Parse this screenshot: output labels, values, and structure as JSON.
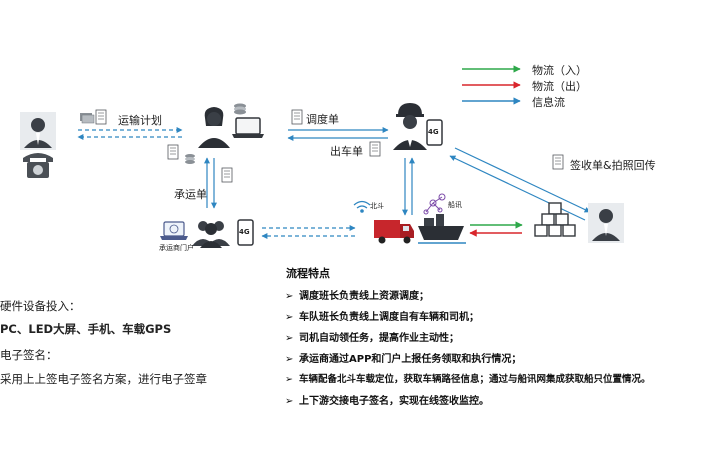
{
  "legend": {
    "inbound": "物流（入）",
    "outbound": "物流（出）",
    "info": "信息流",
    "colors": {
      "inbound": "#2ea84a",
      "outbound": "#d9262c",
      "info": "#2e86c1"
    }
  },
  "edges": {
    "transport_plan": "运输计划",
    "dispatch_order": "调度单",
    "vehicle_out_order": "出车单",
    "carrier_order": "承运单",
    "receipt_photo": "签收单&拍照回传"
  },
  "nodes": {
    "beidou": "北斗",
    "shipnet": "船讯",
    "carrier_portal": "承运商门户",
    "network_badge_a": "4G",
    "network_badge_b": "4G"
  },
  "left_notes": [
    "硬件设备投入：",
    "PC、LED大屏、手机、车载GPS",
    "电子签名：",
    "采用上上签电子签名方案，进行电子签章"
  ],
  "features": {
    "title": "流程特点",
    "items": [
      "调度班长负责线上资源调度；",
      "车队班长负责线上调度自有车辆和司机；",
      "司机自动领任务，提高作业主动性；",
      "承运商通过APP和门户上报任务领取和执行情况；",
      "车辆配备北斗车载定位，获取车辆路径信息；通过与船讯网集成获取船只位置情况。",
      "上下游交接电子签名，实现在线签收监控。"
    ]
  },
  "icons": [
    "person-icon",
    "telephone-icon",
    "cash-icon",
    "document-icon",
    "manager-icon",
    "laptop-icon",
    "worker-icon",
    "phone-4g-icon",
    "group-icon",
    "wifi-icon",
    "truck-icon",
    "ship-icon",
    "network-icon",
    "boxes-icon"
  ]
}
